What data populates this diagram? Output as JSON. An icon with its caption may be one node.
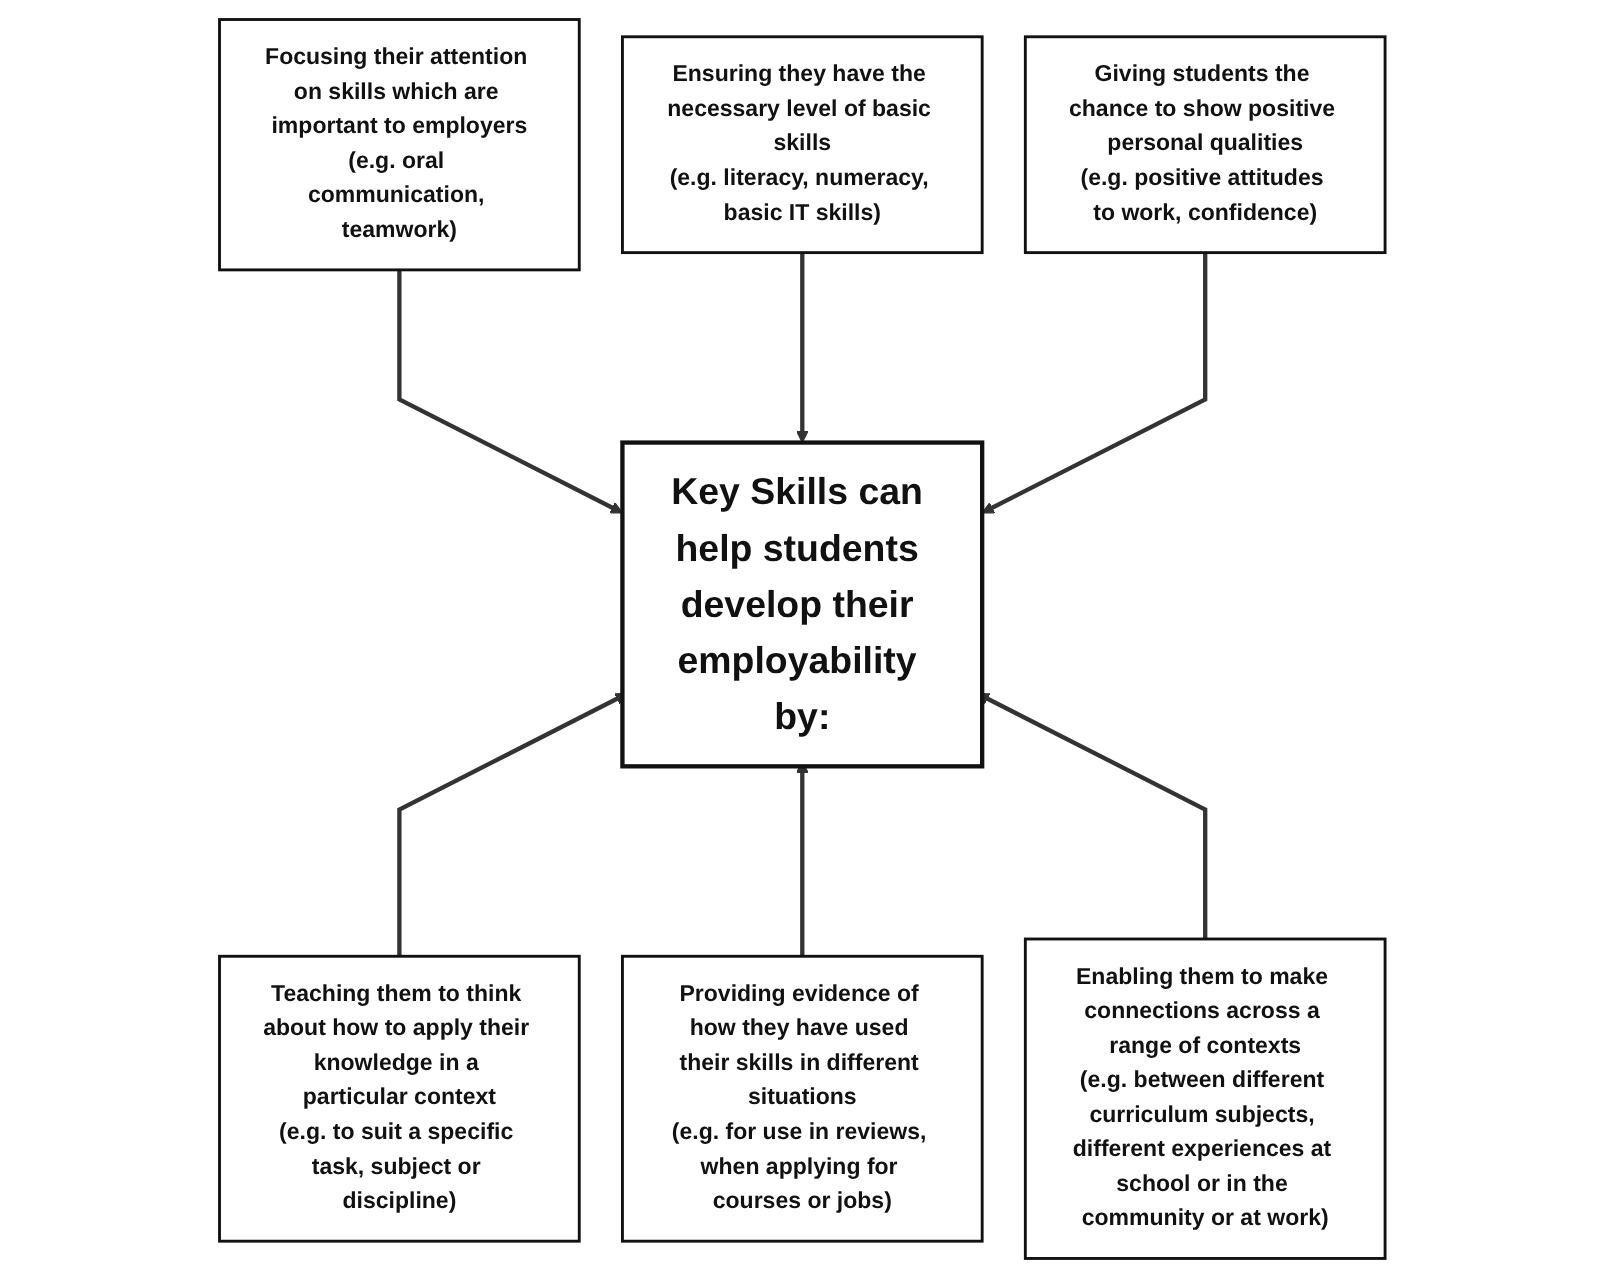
{
  "diagram": {
    "nodes": [
      {
        "text": [
          "Focusing their attention on skills which are important to employers",
          "(e.g. oral communication, teamwork)"
        ]
      },
      {
        "text": [
          "Ensuring they have the necessary level of basic skills",
          "(e.g. literacy, numeracy, basic IT skills)"
        ]
      },
      {
        "text": [
          "Giving students the chance to show positive personal qualities",
          "(e.g. positive attitudes to work, confidence)"
        ]
      },
      {
        "text": [
          "Key Skills can help students develop their employability by:"
        ]
      },
      {
        "text": [
          "Teaching them to think about how to apply their knowledge in a particular context",
          "(e.g. to suit a specific task, subject or discipline)"
        ]
      },
      {
        "text": [
          "Providing evidence of how they have used their skills in different situations",
          "(e.g. for use in reviews, when applying for courses or jobs)"
        ]
      },
      {
        "text": [
          "Enabling them to make connections across a range of contexts",
          "(e.g. between different curriculum subjects, different experiences at school or in the community or at work)"
        ]
      }
    ],
    "edges": [
      {
        "from": 0,
        "to": 3,
        "arrow": "to"
      },
      {
        "from": 1,
        "to": 3,
        "arrow": "to"
      },
      {
        "from": 2,
        "to": 3,
        "arrow": "to"
      },
      {
        "from": 4,
        "to": 3,
        "arrow": "to"
      },
      {
        "from": 5,
        "to": 3,
        "arrow": "to"
      },
      {
        "from": 6,
        "to": 3,
        "arrow": "to"
      }
    ]
  }
}
